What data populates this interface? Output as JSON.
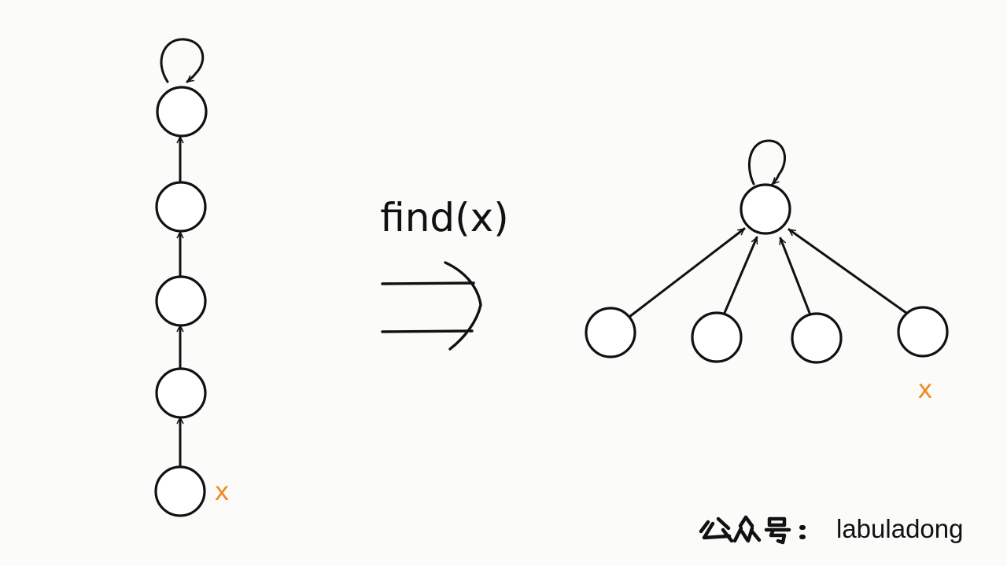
{
  "operation_label": "find(x)",
  "node_label": "x",
  "before_tree": {
    "nodes": [
      "root",
      "n1",
      "n2",
      "n3",
      "x"
    ],
    "parents": {
      "root": "root",
      "n1": "root",
      "n2": "n1",
      "n3": "n2",
      "x": "n3"
    },
    "marked_node": "x"
  },
  "after_tree": {
    "nodes": [
      "root",
      "c1",
      "c2",
      "c3",
      "x"
    ],
    "parents": {
      "root": "root",
      "c1": "root",
      "c2": "root",
      "c3": "root",
      "x": "root"
    },
    "marked_node": "x"
  },
  "watermark": {
    "cjk_text": "公众号:",
    "brand": "labuladong"
  },
  "colors": {
    "ink": "#111111",
    "accent": "#f08a24",
    "background": "#fbfbfa"
  }
}
